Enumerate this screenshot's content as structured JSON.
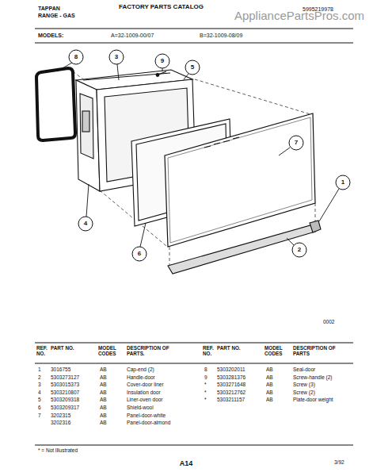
{
  "diagram": {
    "labels": [
      "AppliancePartsPros.com",
      "TAPPAN",
      "RANGE - GAS",
      "FACTORY PARTS CATALOG",
      "5995219978",
      "MODELS:",
      "A=32-1009-00/07",
      "B=32-1009-08/09",
      "8",
      "3",
      "9",
      "5",
      "7",
      "1",
      "4",
      "6",
      "2",
      "0002",
      "REF. NO.",
      "PART NO.",
      "MODEL CODES",
      "DESCRIPTION OF PARTS.",
      "REF. NO.",
      "PART NO.",
      "MODEL CODES",
      "DESCRIPTION OF PARTS",
      "1",
      "3016755",
      "AB",
      "Cap-end (2)",
      "2",
      "5303273127",
      "AB",
      "Handle-door",
      "3",
      "5303015373",
      "AB",
      "Cover-door liner",
      "4",
      "5303210807",
      "AB",
      "Insulation door",
      "5",
      "5303209318",
      "AB",
      "Liner-oven door",
      "6",
      "5303209317",
      "AB",
      "Shield-wool",
      "7",
      "3202315",
      "AB",
      "Panel-door-white",
      "3202316",
      "AB",
      "Panel-door-almond",
      "8",
      "5303202011",
      "AB",
      "Seal-door",
      "9",
      "5303281376",
      "AB",
      "Screw-handle (2)",
      "*",
      "5303271648",
      "AB",
      "Screw (3)",
      "*",
      "5303212762",
      "AB",
      "Screw (2)",
      "*",
      "5303211157",
      "AB",
      "Plate-door weight",
      "* = Not Illustrated",
      "A14",
      "3/92"
    ]
  }
}
